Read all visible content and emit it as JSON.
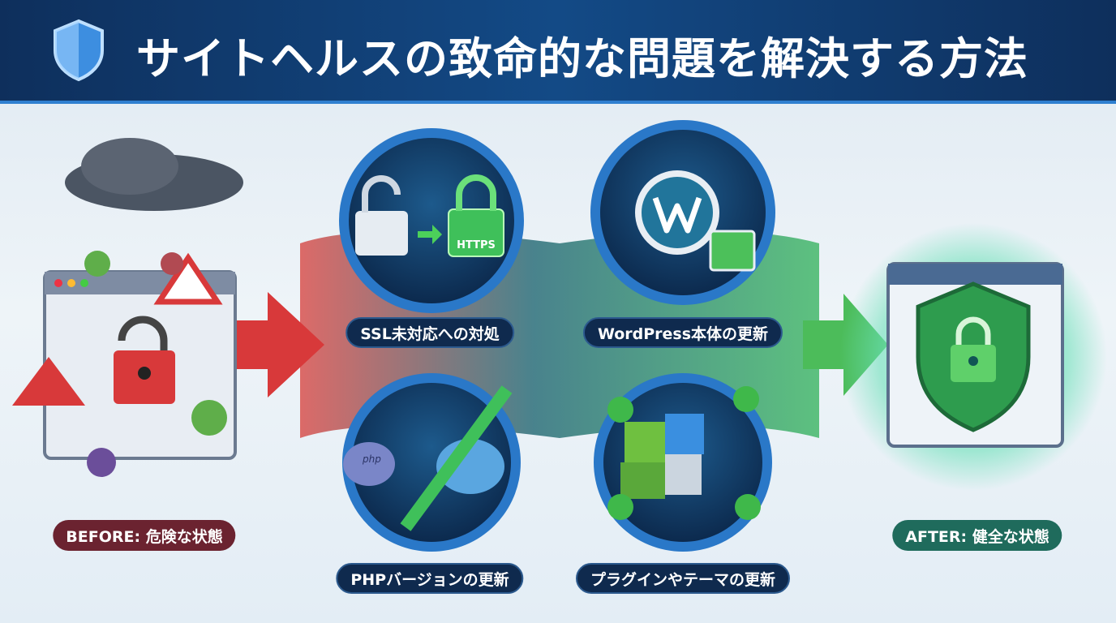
{
  "header": {
    "title": "サイトヘルスの致命的な問題を解決する方法",
    "icon": "shield-icon"
  },
  "before": {
    "label": "BEFORE: 危険な状態",
    "color": "#6b2330"
  },
  "after": {
    "label": "AFTER: 健全な状態",
    "color": "#1f6b5c"
  },
  "steps": [
    {
      "label": "SSL未対応への対処",
      "badge": "HTTPS",
      "icon": "lock-https-icon"
    },
    {
      "label": "WordPress本体の更新",
      "icon": "wordpress-update-icon"
    },
    {
      "label": "PHPバージョンの更新",
      "badge": "php",
      "icon": "php-elephant-icon"
    },
    {
      "label": "プラグインやテーマの更新",
      "icon": "puzzle-plugin-icon"
    }
  ]
}
